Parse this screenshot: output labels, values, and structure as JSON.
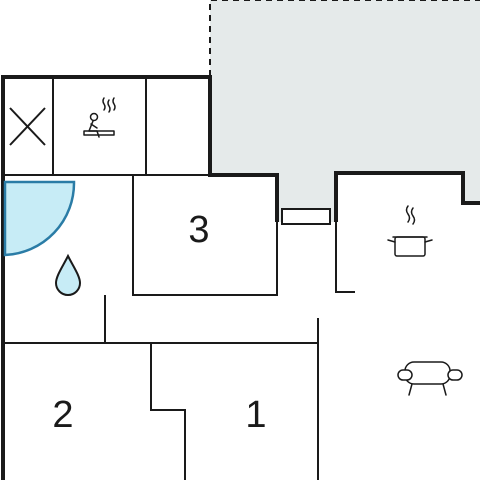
{
  "floorplan": {
    "rooms": [
      {
        "label": "1"
      },
      {
        "label": "2"
      },
      {
        "label": "3"
      }
    ],
    "icons": {
      "storage": "x-mark-icon",
      "sauna": "sauna-icon",
      "shower": "shower-icon",
      "water": "water-drop-icon",
      "kitchen": "cooking-pot-icon",
      "living": "sofa-icon",
      "window": "window-icon"
    },
    "colors": {
      "wall": "#1a1a1a",
      "terrace": "#e5eaea",
      "water_fill": "#c7ecf6",
      "water_stroke": "#2a7ca6"
    }
  }
}
